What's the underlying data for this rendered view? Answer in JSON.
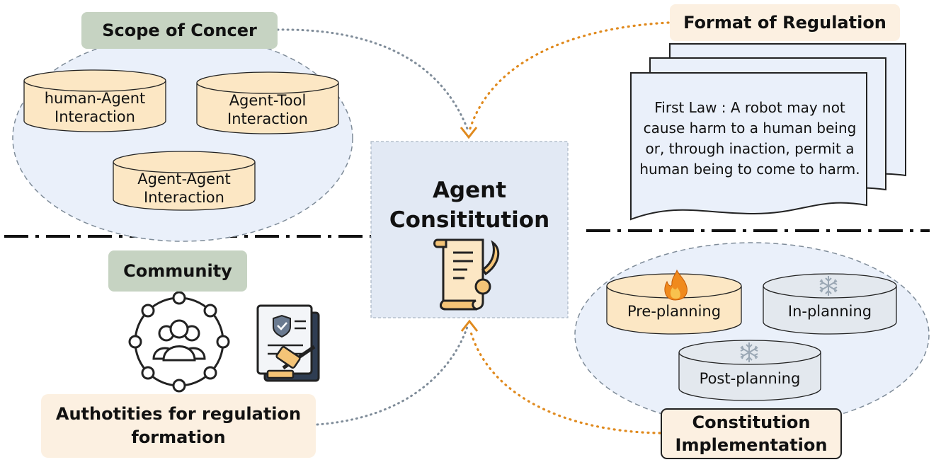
{
  "scope_of_concern": {
    "title": "Scope of Concer",
    "items": [
      "human-Agent\nInteraction",
      "Agent-Tool\nInteraction",
      "Agent-Agent\nInteraction"
    ]
  },
  "format_of_regulation": {
    "title": "Format of Regulation",
    "law_text": "First Law : A robot may not cause harm to a human being or, through inaction, permit a human being to come to harm."
  },
  "center": {
    "title": "Agent\nConsititution"
  },
  "community": {
    "title": "Community",
    "authorities_label": "Authotities for regulation\nformation"
  },
  "constitution_implementation": {
    "title": "Constitution\nImplementation",
    "stages": [
      "Pre-planning",
      "In-planning",
      "Post-planning"
    ]
  },
  "colors": {
    "green_label": "#c6d3c2",
    "peach_label": "#fcf0e1",
    "cylinder_peach": "#fce7c4",
    "cylinder_gray": "#e3e8ee",
    "ellipse_fill": "#eaf0fa",
    "center_fill": "#e2e9f4",
    "orange_arrow": "#e08a1e",
    "gray_arrow": "#7f8c99"
  },
  "icons": [
    "scroll-icon",
    "flame-icon",
    "snowflake-icon",
    "people-network-icon",
    "legal-document-icon"
  ]
}
